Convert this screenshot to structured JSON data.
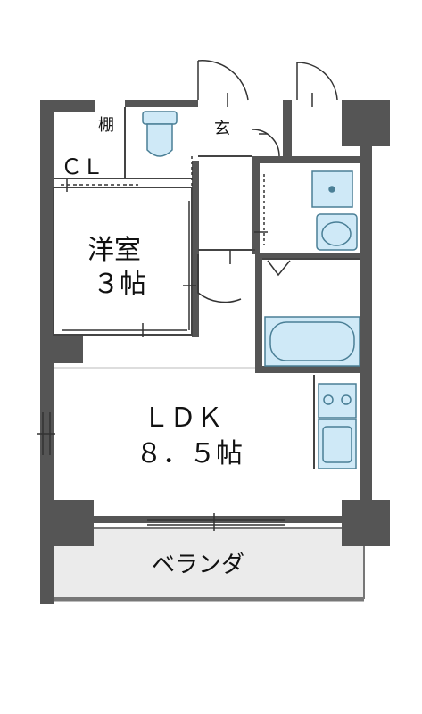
{
  "rooms": {
    "shelf": "棚",
    "entrance": "玄",
    "closet": "ＣＬ",
    "western_room_line1": "洋室",
    "western_room_line2": "３帖",
    "ldk_line1": "ＬＤＫ",
    "ldk_line2": "８．５帖",
    "veranda": "ベランダ"
  },
  "colors": {
    "wall": "#555555",
    "fixture": "#cfe9f7",
    "fixture_stroke": "#4a7f96",
    "veranda_fill": "#ebebeb"
  }
}
